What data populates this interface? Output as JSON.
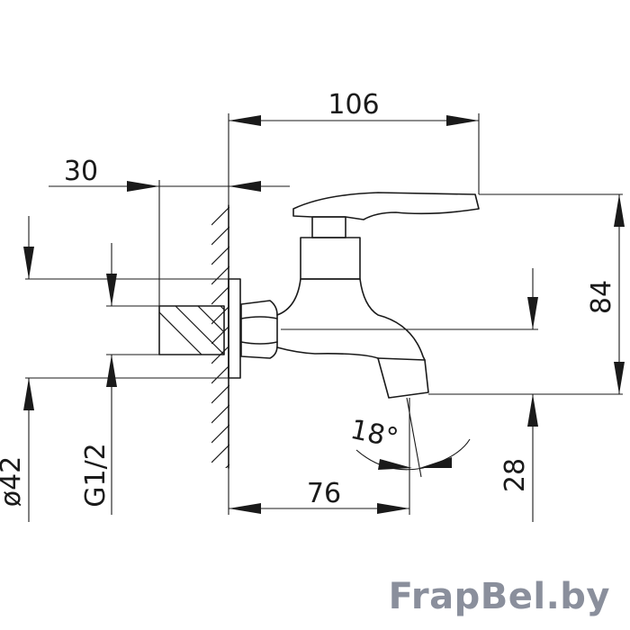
{
  "dimensions": {
    "width_total": "106",
    "flange_depth": "30",
    "height_total": "84",
    "spout_offset": "76",
    "spout_height": "28",
    "outer_diameter": "ø42",
    "thread": "G1/2",
    "angle": "18°"
  },
  "watermark": "FrapBel.by",
  "colors": {
    "line": "#1a1a1a",
    "watermark": "#8a8f9c",
    "background": "#ffffff"
  }
}
